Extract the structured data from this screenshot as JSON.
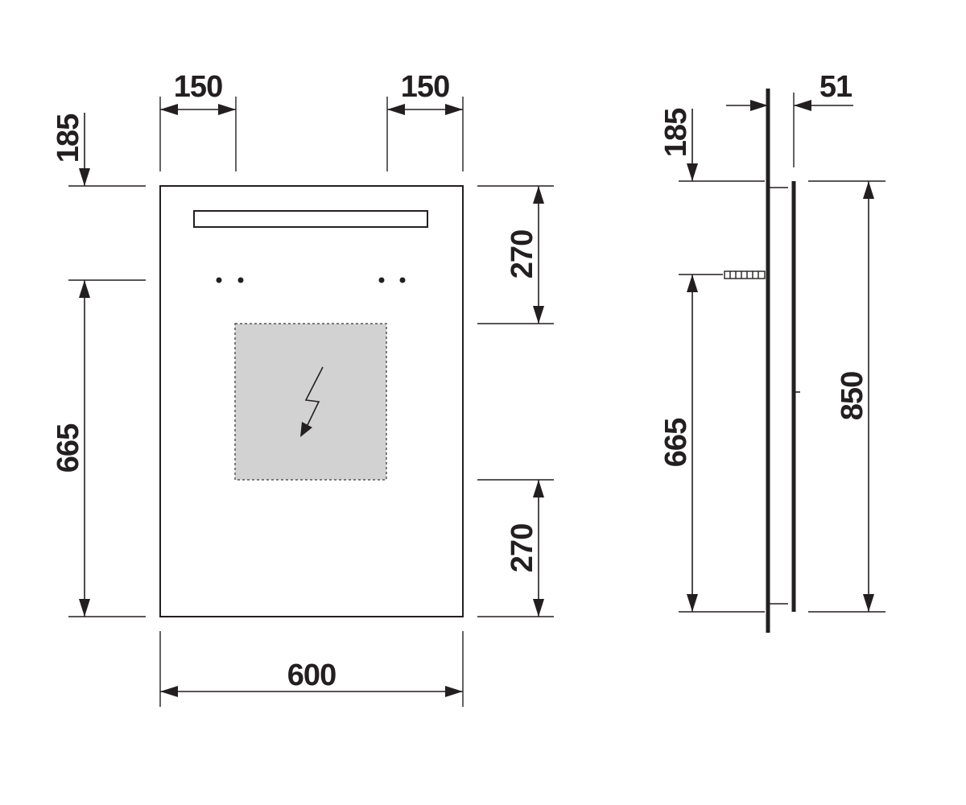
{
  "front_view": {
    "dims": {
      "left_offset": "150",
      "right_offset": "150",
      "top_offset": "185",
      "lower_height": "665",
      "upper_spacing": "270",
      "lower_spacing": "270",
      "width": "600"
    }
  },
  "side_view": {
    "dims": {
      "depth": "51",
      "top_offset": "185",
      "lower_height": "665",
      "height": "850"
    }
  },
  "colors": {
    "line": "#231f20",
    "socket_fill": "#d2d2d2",
    "light_strip_fill": "#ffffff"
  },
  "icons": {
    "socket": "lightning-bolt-icon"
  }
}
